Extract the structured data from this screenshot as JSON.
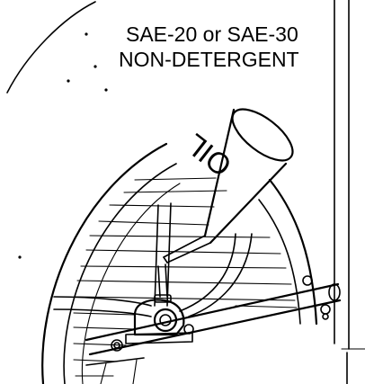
{
  "diagram": {
    "oil_spec_line1": "SAE-20 or SAE-30",
    "oil_spec_line2": "NON-DETERGENT",
    "can_label": "OIL",
    "colors": {
      "ink": "#000000",
      "paper": "#ffffff"
    }
  }
}
